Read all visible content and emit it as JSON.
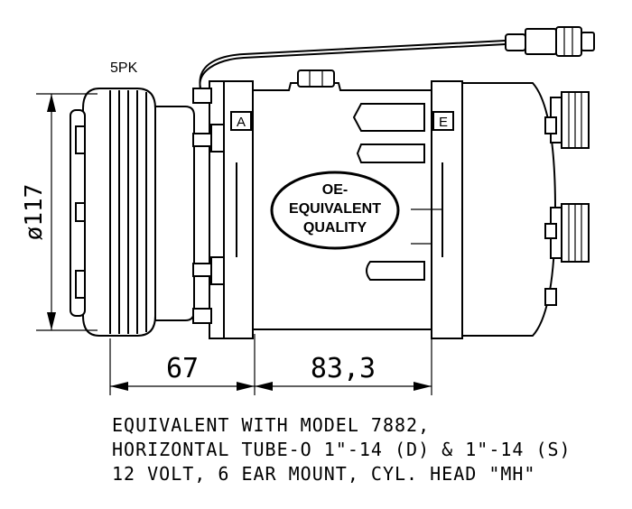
{
  "pulley_label": "5PK",
  "diameter_label": "ø117",
  "dim_left": "67",
  "dim_right": "83,3",
  "badge": {
    "line1": "OE-",
    "line2": "EQUIVALENT",
    "line3": "QUALITY"
  },
  "port_a": "A",
  "port_e": "E",
  "notes": [
    "EQUIVALENT WITH MODEL 7882,",
    "HORIZONTAL TUBE-O 1\"-14 (D) & 1\"-14 (S)",
    "12 VOLT, 6 EAR MOUNT, CYL. HEAD \"MH\""
  ]
}
